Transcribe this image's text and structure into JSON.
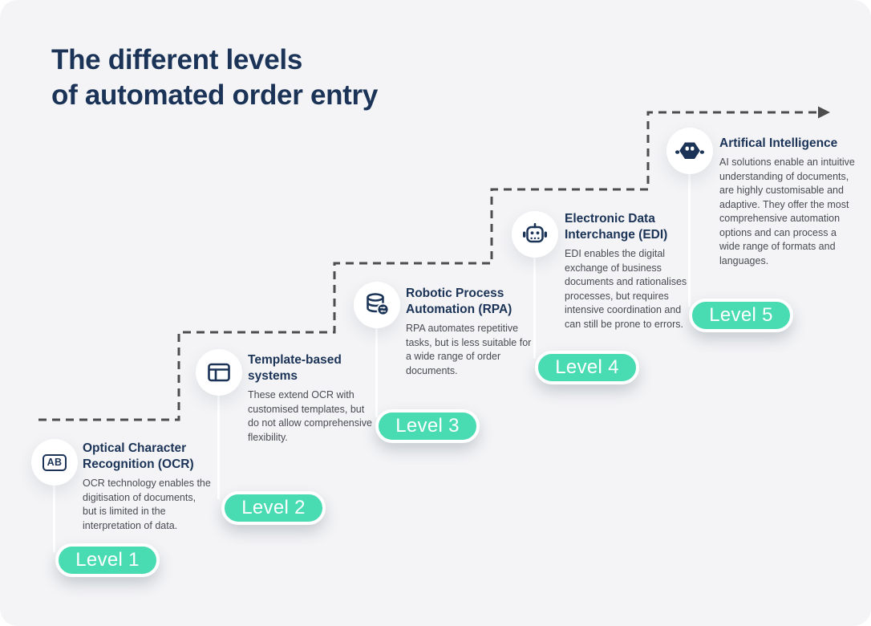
{
  "title": {
    "line1": "The different levels",
    "line2": "of automated order entry"
  },
  "colors": {
    "background": "#f4f4f6",
    "navy": "#1a3357",
    "teal": "#49dbb2",
    "dash": "#4d4d4d",
    "description_gray": "#484b52"
  },
  "flow": {
    "shape": "dashed-staircase-arrow",
    "direction": "bottom-left to top-right"
  },
  "levels": [
    {
      "badge": "Level 1",
      "title": "Optical Character Recognition (OCR)",
      "description": "OCR technology enables the digitisation of documents, but is limited in the interpretation of data.",
      "icon": "ocr-ab-icon",
      "icon_text": "AB"
    },
    {
      "badge": "Level 2",
      "title": "Template-based systems",
      "description": "These extend OCR with customised templates, but do not allow comprehensive flexibility.",
      "icon": "template-layout-icon"
    },
    {
      "badge": "Level 3",
      "title": "Robotic Process Automation (RPA)",
      "description": "RPA automates repetitive tasks, but is less suitable for a wide range of order documents.",
      "icon": "database-sync-icon"
    },
    {
      "badge": "Level 4",
      "title": "Electronic Data Interchange (EDI)",
      "description": "EDI enables the digital exchange of business documents and rationalises processes, but requires intensive coordination and can still be prone to errors.",
      "icon": "robot-head-icon"
    },
    {
      "badge": "Level 5",
      "title": "Artifical Intelligence",
      "description": "AI solutions enable an intuitive understanding of documents, are highly customisable and adaptive. They offer the most comprehensive automation options and can process a wide range of formats and languages.",
      "icon": "ai-hexagon-icon"
    }
  ]
}
